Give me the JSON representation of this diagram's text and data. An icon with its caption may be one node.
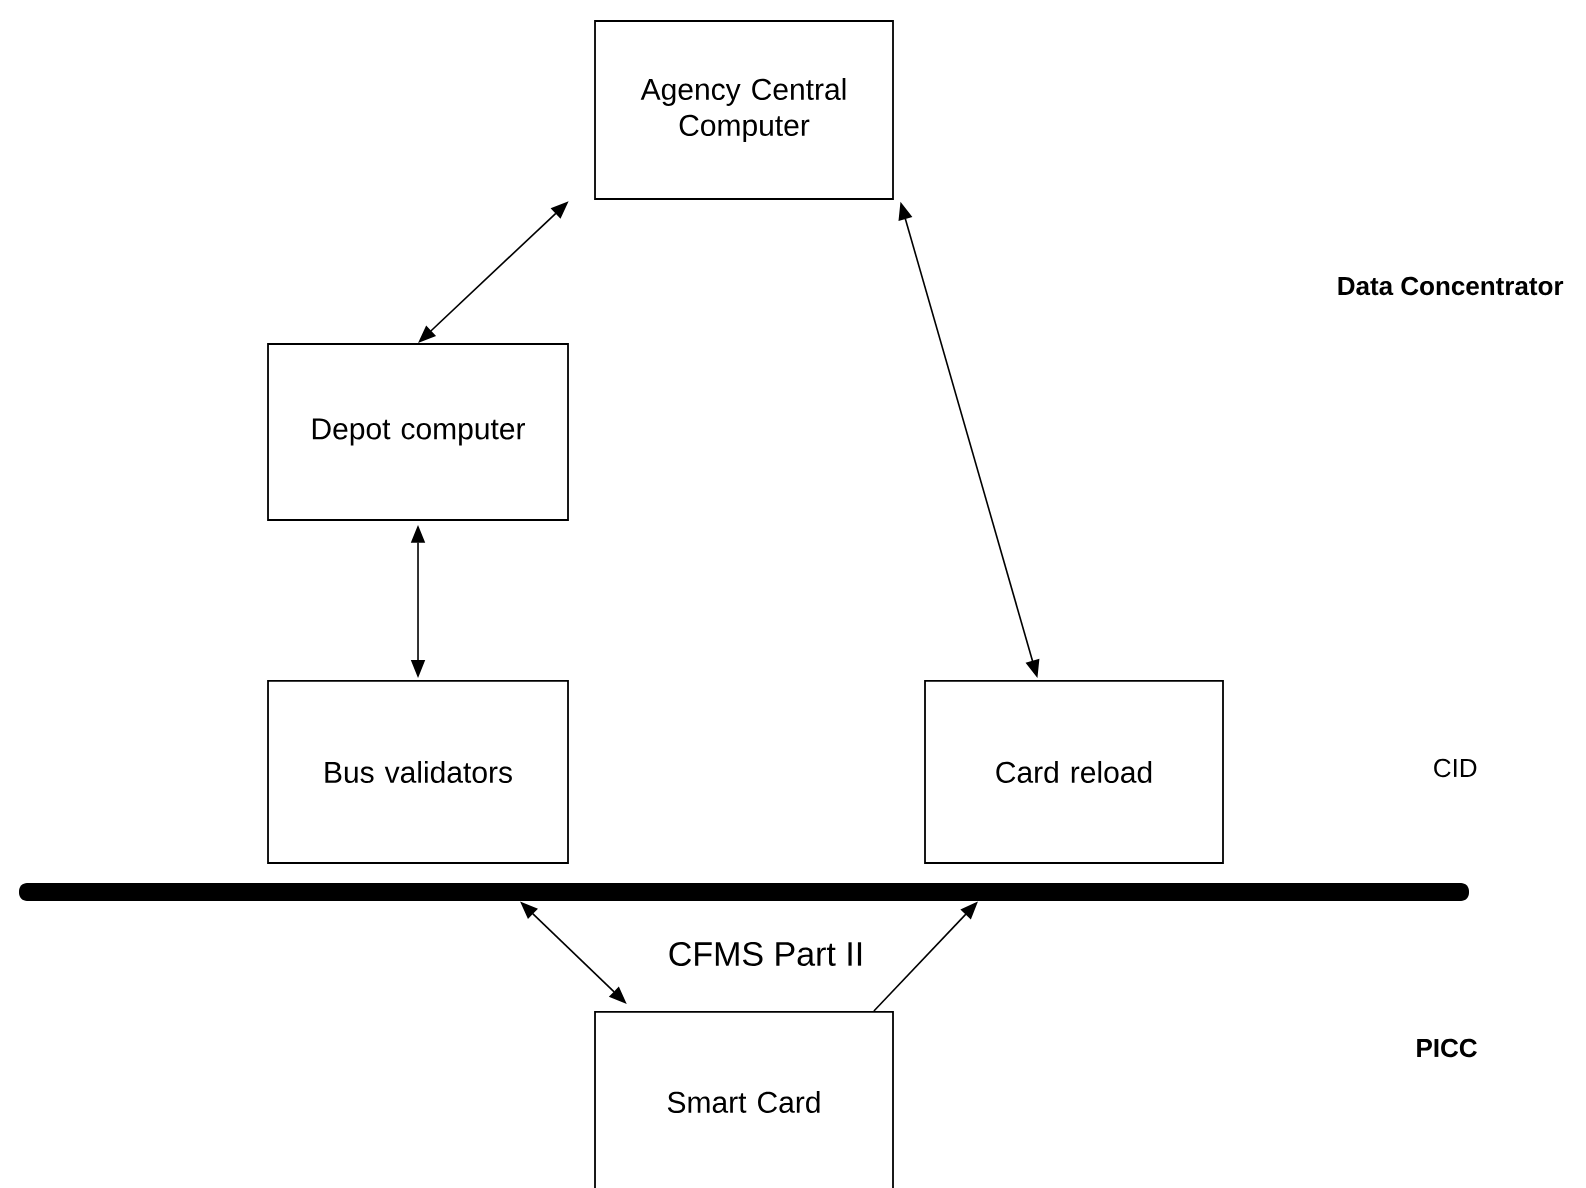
{
  "diagram": {
    "nodes": [
      {
        "text": [
          "Agency Central Computer"
        ]
      },
      {
        "text": [
          "Depot  computer"
        ]
      },
      {
        "text": [
          "Bus validators"
        ]
      },
      {
        "text": [
          "Card reload"
        ]
      },
      {
        "text": [
          "Smart Card"
        ]
      },
      {
        "text": [],
        "shape": "bar"
      }
    ],
    "edges": [
      {
        "from": 1,
        "to": 0,
        "arrow": "both"
      },
      {
        "from": 1,
        "to": 2,
        "arrow": "both"
      },
      {
        "from": 0,
        "to": 3,
        "arrow": "both"
      },
      {
        "from": 5,
        "to": 4,
        "arrow": "both"
      },
      {
        "from": 4,
        "to": 5,
        "arrow": "to"
      }
    ],
    "labels": [
      "Data Concentrator",
      "CID",
      "CFMS Part II",
      "PICC"
    ]
  }
}
